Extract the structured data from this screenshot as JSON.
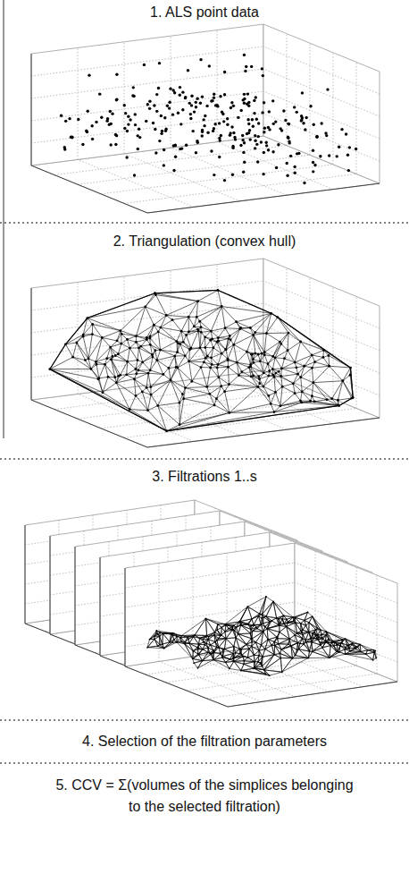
{
  "diagram": {
    "labels": [
      "1. ALS point data",
      "2. Triangulation (convex hull)",
      "3. Filtrations 1..s",
      "4. Selection of the filtration parameters",
      "5. CCV = Σ(volumes of the simplices belonging to the selected filtration)"
    ]
  }
}
